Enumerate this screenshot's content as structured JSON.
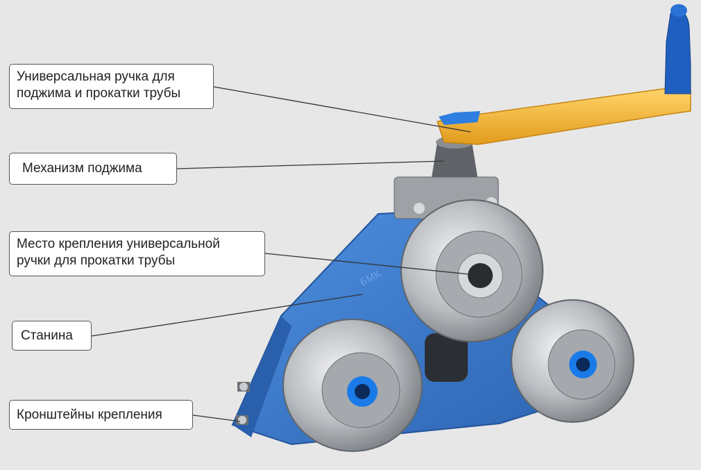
{
  "callouts": [
    {
      "id": "handle",
      "lines": [
        "Универсальная ручка для",
        "поджима и прокатки трубы"
      ]
    },
    {
      "id": "clamp",
      "lines": [
        "Механизм поджима"
      ]
    },
    {
      "id": "mount",
      "lines": [
        "Место крепления универсальной",
        "ручки для прокатки трубы"
      ]
    },
    {
      "id": "frame",
      "lines": [
        "Станина"
      ]
    },
    {
      "id": "brackets",
      "lines": [
        "Кронштейны крепления"
      ]
    }
  ],
  "frame_logo": "БМК",
  "colors": {
    "background": "#e7e7e7",
    "frame_blue": "#3a78c9",
    "handle_yellow": "#f2b534",
    "grip_blue": "#1f5fc0",
    "steel": "#b9bcc0"
  }
}
